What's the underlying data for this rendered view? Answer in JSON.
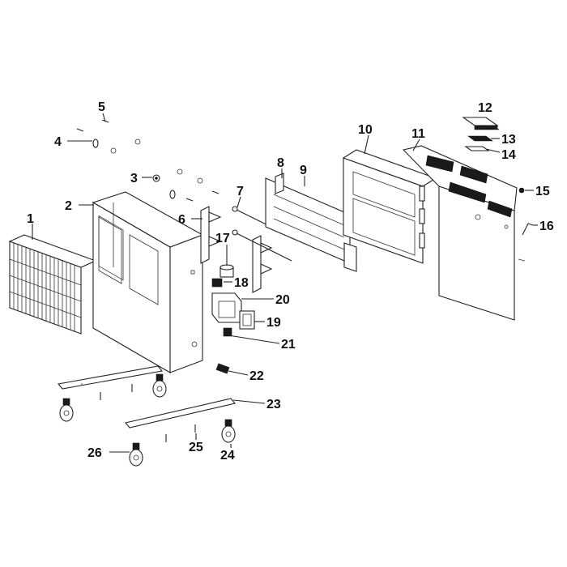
{
  "diagram": {
    "type": "exploded-parts-view",
    "callouts": [
      {
        "id": "1",
        "text": "1"
      },
      {
        "id": "2",
        "text": "2"
      },
      {
        "id": "3",
        "text": "3"
      },
      {
        "id": "4",
        "text": "4"
      },
      {
        "id": "5",
        "text": "5"
      },
      {
        "id": "6",
        "text": "6"
      },
      {
        "id": "7",
        "text": "7"
      },
      {
        "id": "8",
        "text": "8"
      },
      {
        "id": "9",
        "text": "9"
      },
      {
        "id": "10",
        "text": "10"
      },
      {
        "id": "11",
        "text": "11"
      },
      {
        "id": "12",
        "text": "12"
      },
      {
        "id": "13",
        "text": "13"
      },
      {
        "id": "14",
        "text": "14"
      },
      {
        "id": "15",
        "text": "15"
      },
      {
        "id": "16",
        "text": "16"
      },
      {
        "id": "17",
        "text": "17"
      },
      {
        "id": "18",
        "text": "18"
      },
      {
        "id": "19",
        "text": "19"
      },
      {
        "id": "20",
        "text": "20"
      },
      {
        "id": "21",
        "text": "21"
      },
      {
        "id": "22",
        "text": "22"
      },
      {
        "id": "23",
        "text": "23"
      },
      {
        "id": "24",
        "text": "24"
      },
      {
        "id": "25",
        "text": "25"
      },
      {
        "id": "26",
        "text": "26"
      }
    ]
  }
}
